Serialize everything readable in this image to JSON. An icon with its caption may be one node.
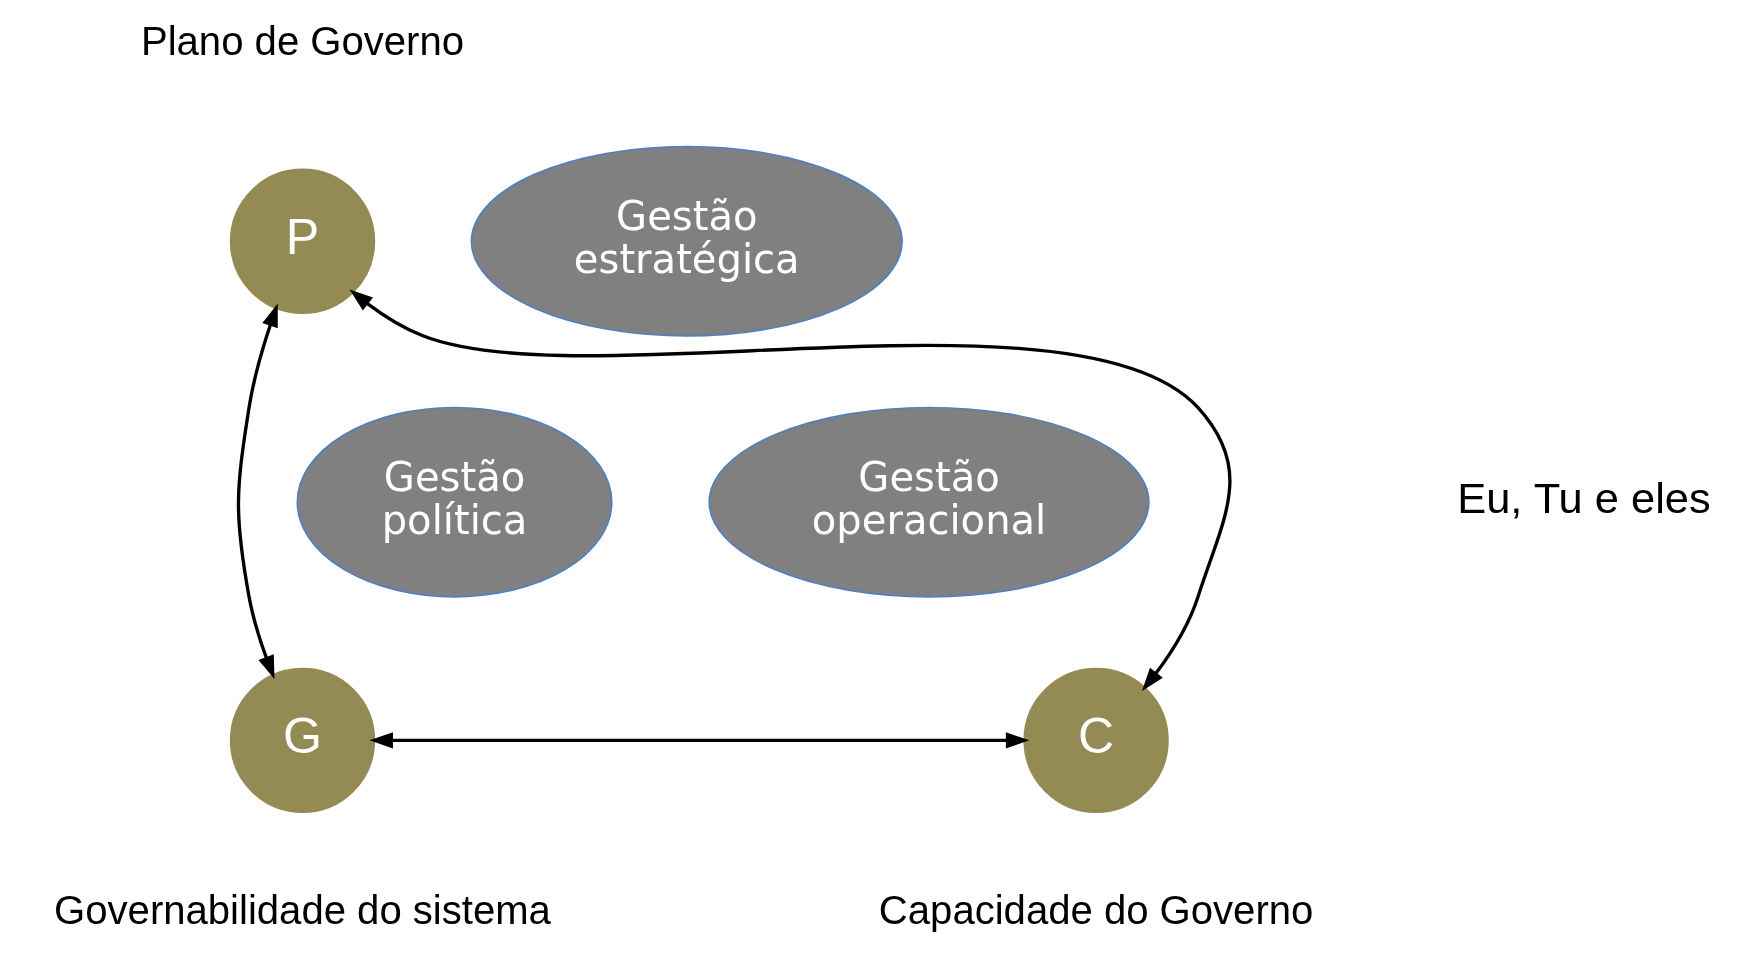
{
  "diagram": {
    "nodes": [
      {
        "text": [
          "P"
        ],
        "beside": [
          "Plano de Governo"
        ]
      },
      {
        "text": [
          "Gestão estratégica"
        ]
      },
      {
        "text": [
          "Gestão política"
        ]
      },
      {
        "text": [
          "G"
        ],
        "beside": [
          "Governabilidade do sistema"
        ]
      },
      {
        "text": [
          "Gestão operacional"
        ]
      },
      {
        "text": [
          "C"
        ],
        "beside": [
          "Capacidade do Governo"
        ]
      }
    ],
    "edges": [
      {
        "from": 0,
        "to": 3,
        "arrow": "both"
      },
      {
        "from": 0,
        "to": 5,
        "arrow": "both"
      },
      {
        "from": 3,
        "to": 5,
        "arrow": "both"
      }
    ],
    "labels": [
      "Eu, Tu e eles"
    ]
  }
}
